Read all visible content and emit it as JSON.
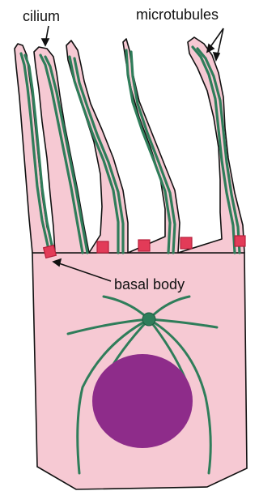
{
  "labels": {
    "cilium": "cilium",
    "microtubules": "microtubules",
    "basal_body": "basal body"
  },
  "colors": {
    "cell_fill": "#f6c9d3",
    "outline": "#111111",
    "microtubule": "#2f7d5a",
    "basal_body": "#e23b58",
    "nucleus": "#8e2c8a",
    "centrosome": "#2f7d5a"
  },
  "cilia_count": 5
}
